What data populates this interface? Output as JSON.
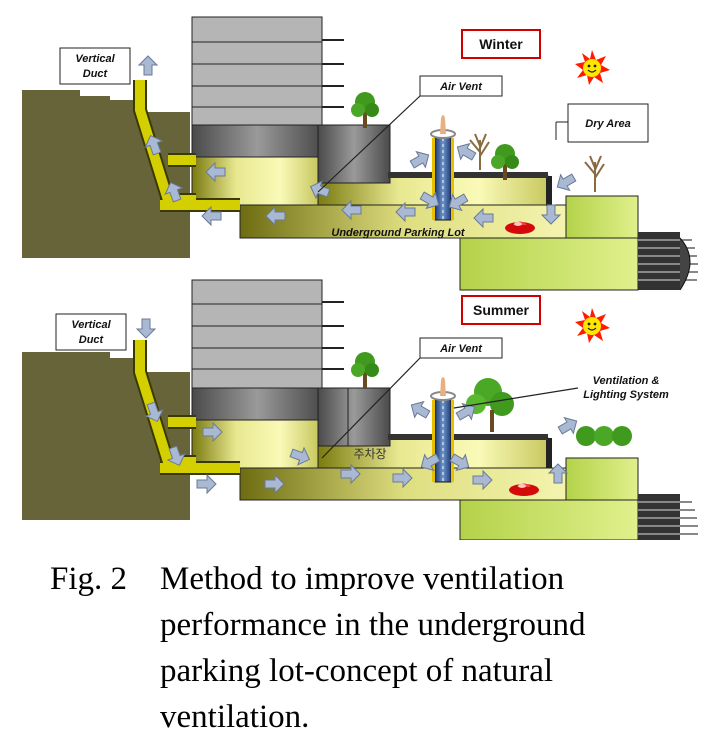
{
  "panels": [
    {
      "season": "Winter",
      "vertical_duct": [
        "Vertical",
        "Duct"
      ],
      "air_vent": "Air Vent",
      "dry_area": "Dry Area",
      "lot_label": "Underground Parking Lot"
    },
    {
      "season": "Summer",
      "vertical_duct": [
        "Vertical",
        "Duct"
      ],
      "air_vent": "Air Vent",
      "system_label": [
        "Ventilation &",
        "Lighting System"
      ],
      "lot_label": "주차장"
    }
  ],
  "caption": {
    "label": "Fig. 2",
    "text": "Method to improve ventilation\nperformance in the underground\nparking lot-concept of natural\nventilation."
  },
  "colors": {
    "ground": "#67643a",
    "duct": "#d4cf00",
    "lot_light": "#f4f4a8",
    "lot_dark": "#8a8a18",
    "building_gray": "#aaaaaa",
    "season_box": "#d00000",
    "sun": "#ff2200",
    "arrow": "#aab8d2"
  }
}
